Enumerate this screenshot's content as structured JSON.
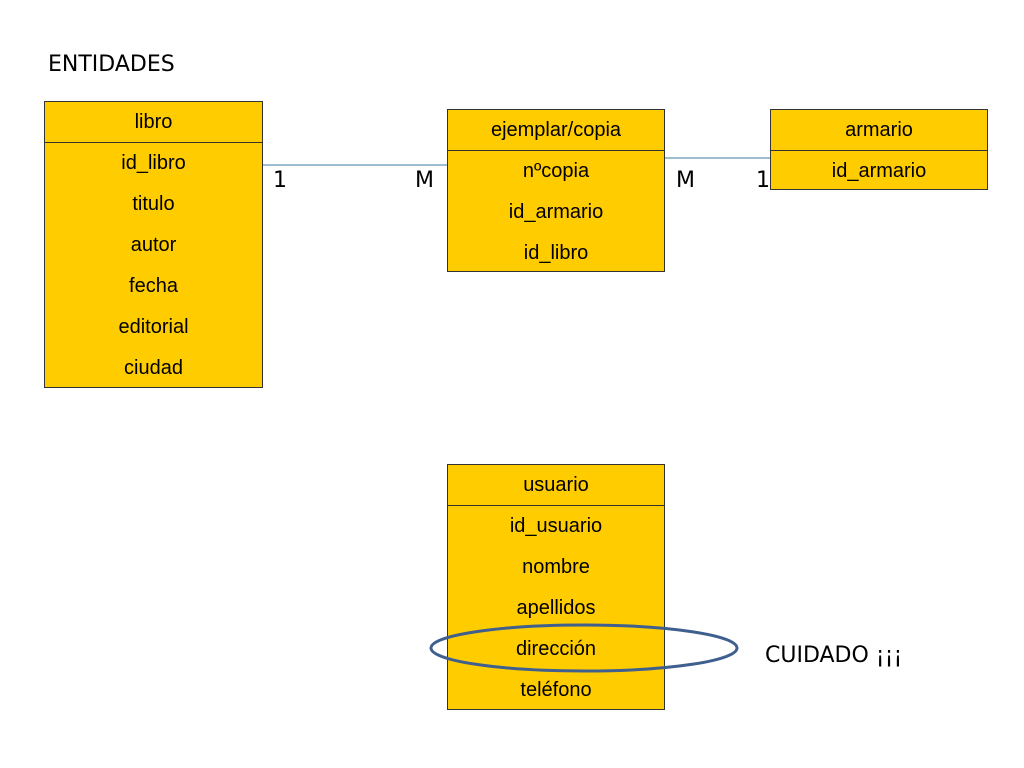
{
  "title": "ENTIDADES",
  "entities": {
    "libro": {
      "name": "libro",
      "attributes": [
        "id_libro",
        "titulo",
        "autor",
        "fecha",
        "editorial",
        "ciudad"
      ]
    },
    "ejemplar": {
      "name": "ejemplar/copia",
      "attributes": [
        "nºcopia",
        "id_armario",
        "id_libro"
      ]
    },
    "armario": {
      "name": "armario",
      "attributes": [
        "id_armario"
      ]
    },
    "usuario": {
      "name": "usuario",
      "attributes": [
        "id_usuario",
        "nombre",
        "apellidos",
        "dirección",
        "teléfono"
      ]
    }
  },
  "relations": [
    {
      "from": "libro",
      "to": "ejemplar",
      "from_card": "1",
      "to_card": "M"
    },
    {
      "from": "ejemplar",
      "to": "armario",
      "from_card": "M",
      "to_card": "1"
    }
  ],
  "note": "CUIDADO ¡¡¡",
  "colors": {
    "entity_fill": "#FFCC00",
    "relation_line": "#7FA7C0",
    "highlight_ellipse": "#3F5F8F"
  }
}
